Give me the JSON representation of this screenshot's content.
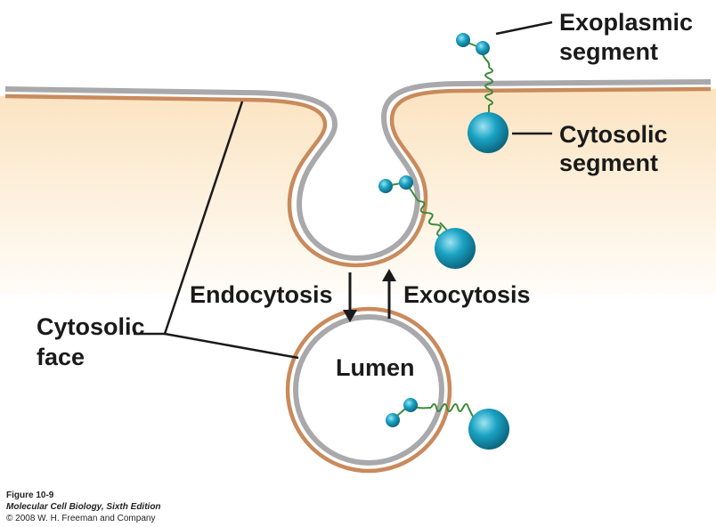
{
  "labels": {
    "exoplasmic_1": "Exoplasmic",
    "exoplasmic_2": "segment",
    "cytosolic_seg_1": "Cytosolic",
    "cytosolic_seg_2": "segment",
    "cytosolic_face_1": "Cytosolic",
    "cytosolic_face_2": "face",
    "endocytosis": "Endocytosis",
    "exocytosis": "Exocytosis",
    "lumen": "Lumen"
  },
  "caption": {
    "figure": "Figure 10-9",
    "book": "Molecular Cell Biology, Sixth Edition",
    "copyright": "© 2008 W. H. Freeman and Company"
  },
  "colors": {
    "cytosol_top": "#fbe3c0",
    "cytosol_bottom": "#fffdf8",
    "outer_membrane": "#c98a5c",
    "inner_membrane": "#a9a9ab",
    "protein": "#1aa3c3",
    "helix": "#3d8a3a"
  }
}
